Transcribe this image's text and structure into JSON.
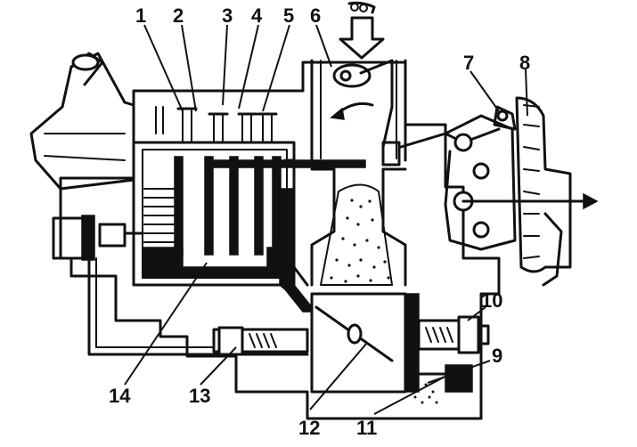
{
  "diagram": {
    "callouts": [
      {
        "id": "c1",
        "text": "1"
      },
      {
        "id": "c2",
        "text": "2"
      },
      {
        "id": "c3",
        "text": "3"
      },
      {
        "id": "c4",
        "text": "4"
      },
      {
        "id": "c5",
        "text": "5"
      },
      {
        "id": "c6",
        "text": "6"
      },
      {
        "id": "c7",
        "text": "7"
      },
      {
        "id": "c8",
        "text": "8"
      },
      {
        "id": "c9",
        "text": "9"
      },
      {
        "id": "c10",
        "text": "10"
      },
      {
        "id": "c11",
        "text": "11"
      },
      {
        "id": "c12",
        "text": "12"
      },
      {
        "id": "c13",
        "text": "13"
      },
      {
        "id": "c14",
        "text": "14"
      }
    ],
    "colors": {
      "ink": "#111111",
      "paper": "#ffffff"
    },
    "icons": [
      "air-inflow-arrow-icon",
      "rotation-arrow-icon",
      "output-arrow-icon"
    ]
  }
}
